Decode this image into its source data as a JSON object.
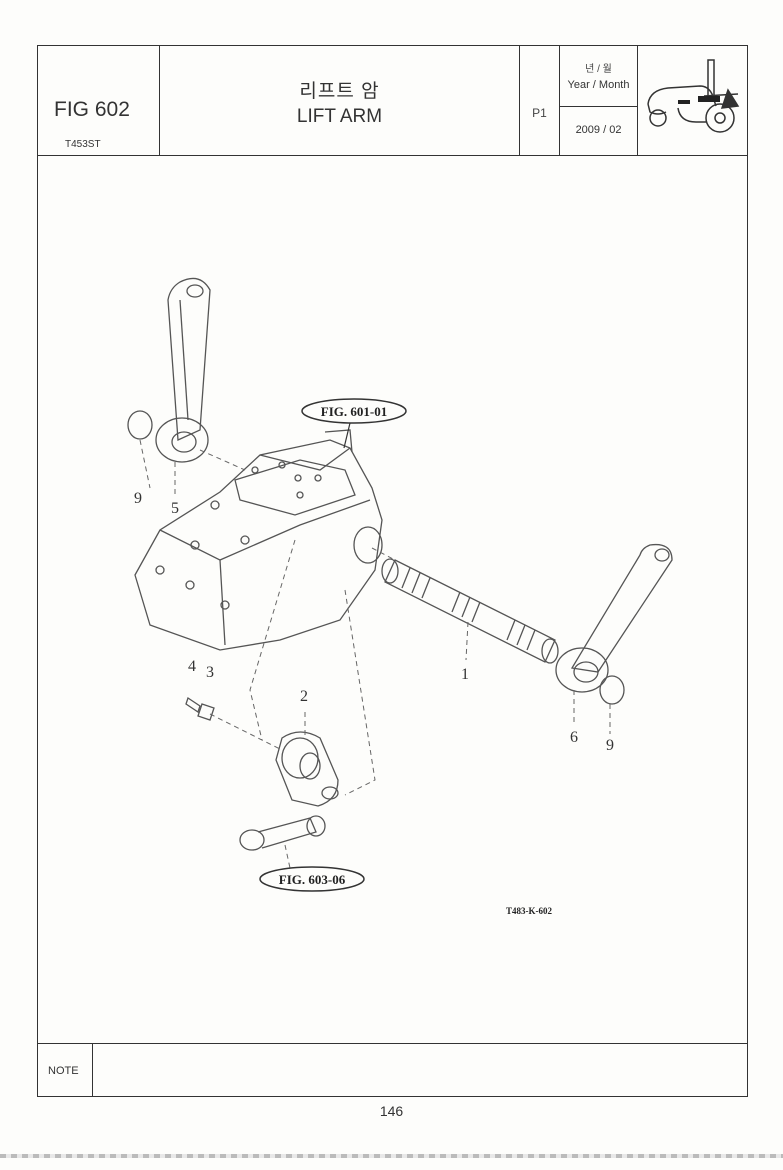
{
  "header": {
    "fig_no": "FIG 602",
    "model": "T453ST",
    "title_ko": "리프트 암",
    "title_en": "LIFT ARM",
    "page": "P1",
    "date_label_ko": "년 / 월",
    "date_label_en": "Year / Month",
    "date_value": "2009 / 02"
  },
  "diagram": {
    "refs": {
      "fig_601": "FIG. 601-01",
      "fig_603": "FIG. 603-06"
    },
    "labels": {
      "n1": "1",
      "n2": "2",
      "n3": "3",
      "n4": "4",
      "n5": "5",
      "n6": "6",
      "n9a": "9",
      "n9b": "9"
    },
    "drawing_code": "T483-K-602"
  },
  "note": {
    "label": "NOTE"
  },
  "page_number": "146"
}
